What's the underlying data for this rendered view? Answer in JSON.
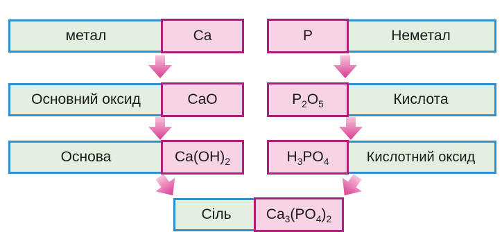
{
  "colors": {
    "label_fill": "#e4f0df",
    "label_border": "#2f8fd0",
    "formula_fill": "#f7d3e6",
    "formula_border": "#b01e7c",
    "arrow_light": "#f6c3dc",
    "arrow_dark": "#d83c8f"
  },
  "left_chain": {
    "metal_label": "метал",
    "metal_formula": "Ca",
    "oxide_label": "Основний оксид",
    "oxide_formula": "CaO",
    "base_label": "Основа",
    "base_formula": {
      "a": "Ca(OH)",
      "sub1": "2"
    }
  },
  "right_chain": {
    "nonmetal_formula": "P",
    "nonmetal_label": "Неметал",
    "oxide_formula": {
      "a": "P",
      "sub1": "2",
      "b": "O",
      "sub2": "5"
    },
    "oxide_label": "Кислота",
    "acid_formula": {
      "a": "H",
      "sub1": "3",
      "b": "PO",
      "sub2": "4"
    },
    "acid_label": "Кислотний оксид"
  },
  "result": {
    "label": "Сіль",
    "formula": {
      "a": "Ca",
      "sub1": "3",
      "b": "(PO",
      "sub2": "4",
      "c": ")",
      "sub3": "2"
    }
  },
  "icons": [
    "arrow-down-icon",
    "arrow-down-right-icon",
    "arrow-down-left-icon"
  ]
}
